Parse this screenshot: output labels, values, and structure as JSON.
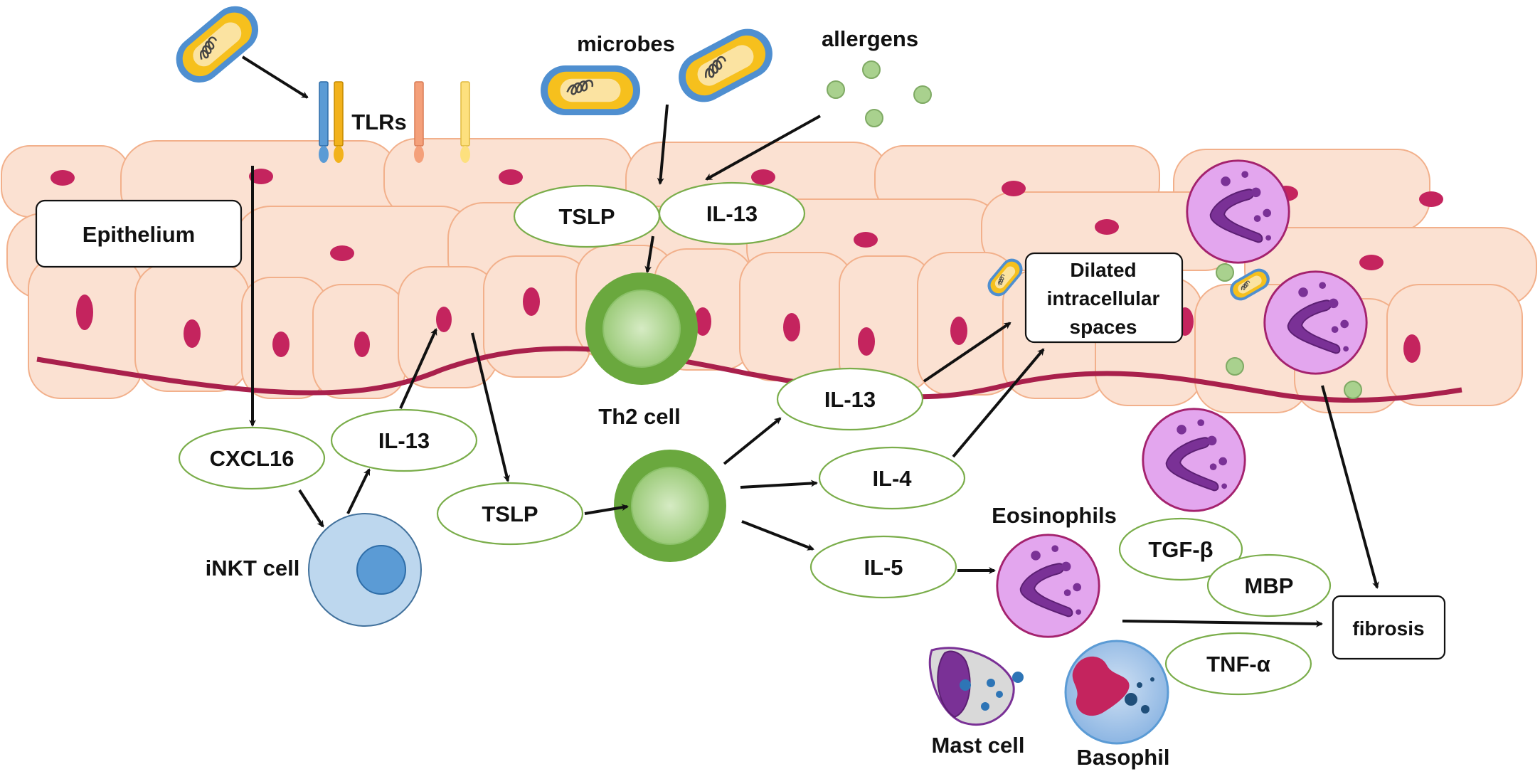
{
  "labels": {
    "microbes": "microbes",
    "allergens": "allergens",
    "tlrs": "TLRs",
    "epithelium": "Epithelium",
    "th2_cell": "Th2 cell",
    "inkt_cell": "iNKT cell",
    "eosinophils": "Eosinophils",
    "mast_cell": "Mast cell",
    "basophil": "Basophil",
    "dilated_line1": "Dilated",
    "dilated_line2": "intracellular",
    "dilated_line3": "spaces",
    "fibrosis": "fibrosis"
  },
  "cytokines": {
    "tslp_top": "TSLP",
    "il13_top": "IL-13",
    "cxcl16": "CXCL16",
    "il13_inkt": "IL-13",
    "tslp_mid": "TSLP",
    "il13_th2": "IL-13",
    "il4": "IL-4",
    "il5": "IL-5",
    "tgfb": "TGF-β",
    "mbp": "MBP",
    "tnfa": "TNF-α"
  },
  "colors": {
    "epithelium_fill": "#fbe1d2",
    "epithelium_stroke": "#f2b08b",
    "nucleus": "#c4245e",
    "basement_membrane": "#a9204c",
    "cytokine_outline": "#7aad4a",
    "th2_green": "#6aa83e",
    "inkt_blue": "#5b9bd5",
    "eosinophil_pink": "#e3a6ee",
    "eosinophil_nucleus": "#7a3196",
    "microbe_blue": "#4f8fd0",
    "microbe_yellow": "#f6c01d",
    "allergen_green": "#a9d18e"
  }
}
